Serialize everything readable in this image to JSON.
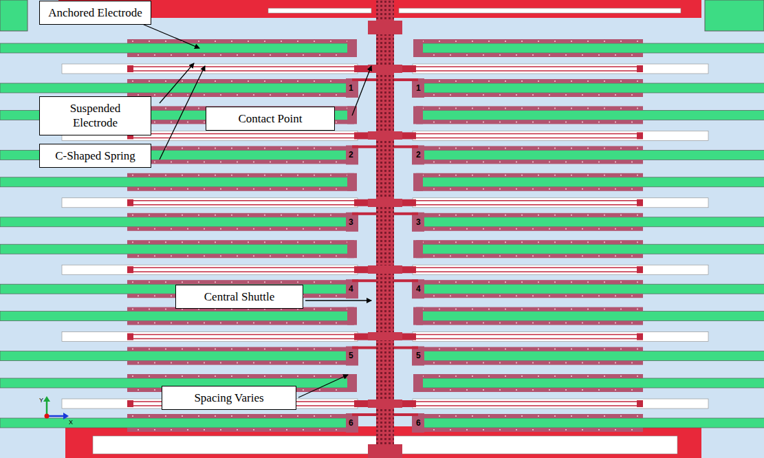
{
  "diagram": {
    "nodes": [
      {
        "text": [
          "Anchored Electrode"
        ]
      },
      {
        "text": [
          "Suspended Electrode"
        ]
      },
      {
        "text": [
          "C-Shaped Spring"
        ]
      },
      {
        "text": [
          "Contact Point"
        ]
      },
      {
        "text": [
          "Central Shuttle"
        ]
      },
      {
        "text": [
          "Spacing Varies"
        ]
      }
    ],
    "labels": [
      "1",
      "1",
      "2",
      "2",
      "3",
      "3",
      "4",
      "4",
      "5",
      "5",
      "6",
      "6",
      "Y",
      "X"
    ]
  }
}
